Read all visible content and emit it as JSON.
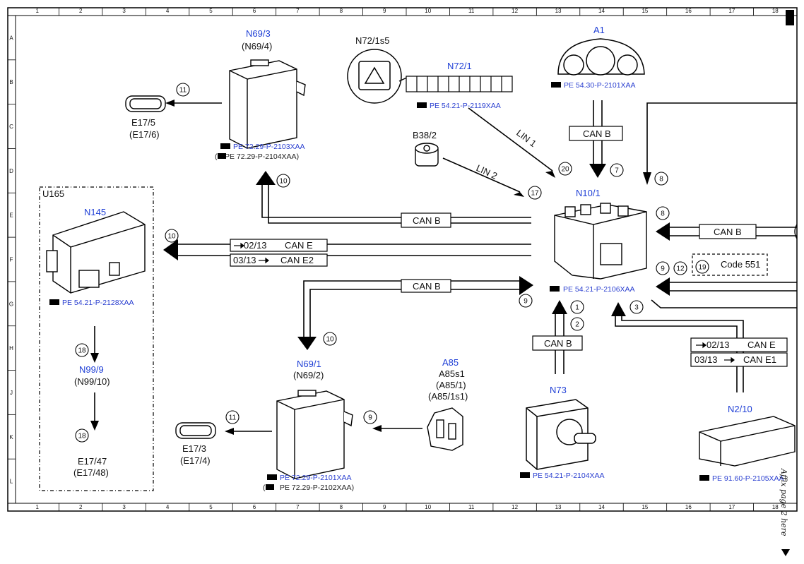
{
  "grid": {
    "cols": [
      "1",
      "2",
      "3",
      "4",
      "5",
      "6",
      "7",
      "8",
      "9",
      "10",
      "11",
      "12",
      "13",
      "14",
      "15",
      "16",
      "17",
      "18"
    ],
    "rows": [
      "A",
      "B",
      "C",
      "D",
      "E",
      "F",
      "G",
      "H",
      "J",
      "K",
      "L"
    ]
  },
  "components": {
    "n69_3": {
      "name": "N69/3",
      "alt": "(N69/4)",
      "ref1": "PE 72.29-P-2103XAA",
      "ref2": "PE 72.29-P-2104XAA)"
    },
    "n72_1s5": {
      "name": "N72/1s5"
    },
    "n72_1": {
      "name": "N72/1",
      "ref": "PE 54.21-P-2119XAA"
    },
    "a1": {
      "name": "A1",
      "ref": "PE 54.30-P-2101XAA"
    },
    "e17_5": {
      "name": "E17/5",
      "alt": "(E17/6)"
    },
    "b38_2": {
      "name": "B38/2"
    },
    "u165": {
      "name": "U165"
    },
    "n145": {
      "name": "N145",
      "ref": "PE 54.21-P-2128XAA"
    },
    "n10_1": {
      "name": "N10/1",
      "ref": "PE 54.21-P-2106XAA"
    },
    "n99_9": {
      "name": "N99/9",
      "alt": "(N99/10)"
    },
    "e17_47": {
      "name": "E17/47",
      "alt": "(E17/48)"
    },
    "n69_1": {
      "name": "N69/1",
      "alt": "(N69/2)",
      "ref1": "PE 72.29-P-2101XAA",
      "ref2": "PE 72.29-P-2102XAA)"
    },
    "e17_3": {
      "name": "E17/3",
      "alt": "(E17/4)"
    },
    "a85": {
      "name": "A85",
      "sub1": "A85s1",
      "sub2": "(A85/1)",
      "sub3": "(A85/1s1)"
    },
    "n73": {
      "name": "N73",
      "ref": "PE 54.21-P-2104XAA"
    },
    "n2_10": {
      "name": "N2/10",
      "ref": "PE 91.60-P-2105XAA"
    }
  },
  "buses": {
    "can_b": "CAN B",
    "can_e": "CAN E",
    "can_e2": "CAN E2",
    "can_e1": "CAN E1",
    "lin1": "LIN 1",
    "lin2": "LIN 2",
    "page_0213": "02/13",
    "page_0313": "03/13",
    "code551": "Code 551"
  },
  "circles": {
    "c11": "11",
    "c10": "10",
    "c20": "20",
    "c7": "7",
    "c17": "17",
    "c8": "8",
    "c9": "9",
    "c12": "12",
    "c19": "19",
    "c1": "1",
    "c2": "2",
    "c3": "3",
    "c18": "18"
  },
  "side_note": "Affix page 2 here"
}
